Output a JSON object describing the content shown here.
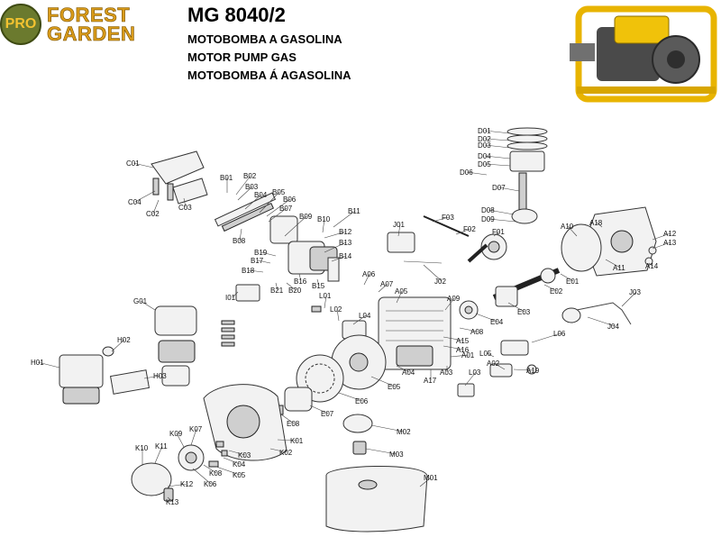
{
  "brand": {
    "seal_text": "PRO",
    "logo_word_1": "FOREST",
    "logo_word_2": "GARDEN"
  },
  "header": {
    "model": "MG 8040/2",
    "line_1": "MOTOBOMBA A GASOLINA",
    "line_2": "MOTOR PUMP GAS",
    "line_3": "MOTOBOMBA Á AGASOLINA"
  },
  "colors": {
    "accent": "#d99b1a",
    "seal": "#6b7a2e",
    "frame": "#e8b400"
  },
  "part_labels": [
    "C01",
    "C02",
    "C03",
    "C04",
    "B01",
    "B02",
    "B03",
    "B04",
    "B05",
    "B06",
    "B07",
    "B08",
    "B09",
    "B10",
    "B11",
    "B12",
    "B13",
    "B14",
    "B15",
    "B16",
    "B17",
    "B18",
    "B19",
    "B20",
    "B21",
    "D01",
    "D02",
    "D03",
    "D04",
    "D05",
    "D06",
    "D07",
    "D08",
    "D09",
    "J01",
    "J02",
    "J03",
    "J04",
    "F01",
    "F02",
    "F03",
    "A01",
    "A02",
    "A03",
    "A04",
    "A05",
    "A06",
    "A07",
    "A08",
    "A09",
    "A10",
    "A11",
    "A12",
    "A13",
    "A14",
    "A15",
    "A16",
    "A17",
    "A18",
    "A19",
    "E01",
    "E02",
    "E03",
    "E04",
    "E05",
    "E06",
    "E07",
    "E08",
    "G01",
    "H01",
    "H02",
    "H03",
    "I01",
    "L01",
    "L02",
    "L03",
    "L04",
    "L05",
    "L06",
    "K01",
    "K02",
    "K03",
    "K04",
    "K05",
    "K06",
    "K07",
    "K08",
    "K09",
    "K10",
    "K11",
    "K12",
    "K13",
    "M01",
    "M02",
    "M03"
  ]
}
